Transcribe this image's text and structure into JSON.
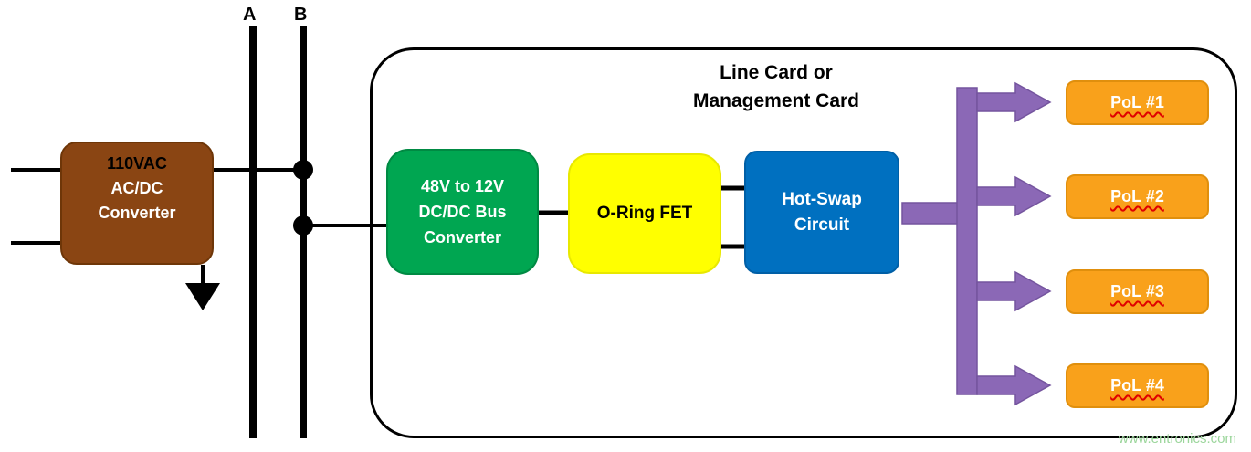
{
  "bus": {
    "label_a": "A",
    "label_b": "B",
    "color": "#000000"
  },
  "converter": {
    "voltage": "110VAC",
    "line1": "AC/DC",
    "line2": "Converter",
    "color": "#8A4513"
  },
  "card": {
    "title_line1": "Line Card or",
    "title_line2": "Management Card"
  },
  "dcdc": {
    "line1": "48V to 12V",
    "line2": "DC/DC Bus",
    "line3": "Converter",
    "color": "#00A651"
  },
  "oring": {
    "label": "O-Ring FET",
    "color": "#FFFF00"
  },
  "hotswap": {
    "line1": "Hot-Swap",
    "line2": "Circuit",
    "color": "#0070C0"
  },
  "distribution": {
    "color": "#8B68B6"
  },
  "pol": {
    "color": "#F9A11B",
    "items": [
      {
        "label": "PoL #1"
      },
      {
        "label": "PoL #2"
      },
      {
        "label": "PoL #3"
      },
      {
        "label": "PoL #4"
      }
    ]
  },
  "watermark": {
    "text": "www.entronics.com",
    "color": "#9CD69C"
  }
}
